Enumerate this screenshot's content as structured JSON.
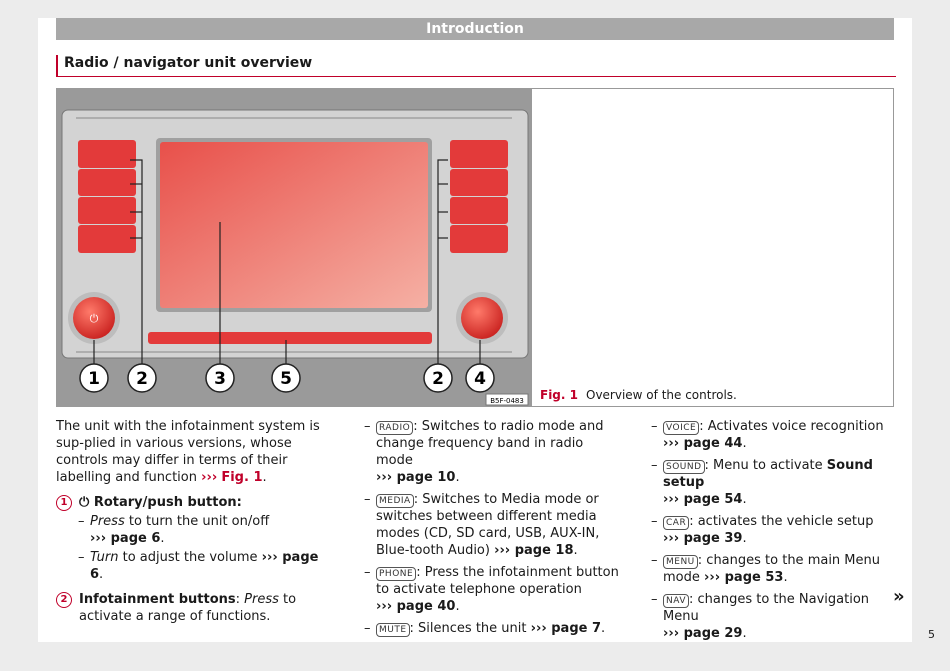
{
  "header": {
    "section": "Introduction",
    "title": "Radio / navigator unit overview"
  },
  "figure": {
    "code": "B5F-0483",
    "callouts": [
      "1",
      "2",
      "3",
      "5",
      "2",
      "4"
    ],
    "caption_label": "Fig. 1",
    "caption_text": "Overview of the controls."
  },
  "col1": {
    "intro": "The unit with the infotainment system is sup-plied in various versions, whose controls may differ in terms of their labelling and function",
    "intro_ref": "Fig. 1",
    "item1_num": "1",
    "item1_title": "Rotary/push button:",
    "item1_sub1_verb": "Press",
    "item1_sub1_text": "to turn the unit on/off",
    "item1_sub1_ref": "page 6",
    "item1_sub2_verb": "Turn",
    "item1_sub2_text": "to adjust the volume",
    "item1_sub2_ref": "page 6",
    "item2_num": "2",
    "item2_title": "Infotainment buttons",
    "item2_verb": "Press",
    "item2_text": "to activate a range of functions."
  },
  "col2": [
    {
      "key": "RADIO",
      "text": ": Switches to radio mode and change frequency band in radio mode",
      "ref": "page 10"
    },
    {
      "key": "MEDIA",
      "text": ": Switches to Media mode or switches between different media modes (CD, SD card, USB, AUX-IN, Blue-tooth Audio)",
      "ref": "page 18"
    },
    {
      "key": "PHONE",
      "text": ": Press the infotainment button to activate telephone operation",
      "ref": "page 40"
    },
    {
      "key": "MUTE",
      "text": ": Silences the unit",
      "ref": "page 7"
    }
  ],
  "col3": [
    {
      "key": "VOICE",
      "text": ": Activates voice recognition",
      "ref": "page 44"
    },
    {
      "key": "SOUND",
      "text": ": Menu to activate",
      "bold": "Sound setup",
      "ref": "page 54"
    },
    {
      "key": "CAR",
      "text": ": activates the vehicle setup",
      "ref": "page 39"
    },
    {
      "key": "MENU",
      "text": ": changes to the main Menu mode",
      "ref": "page 53"
    },
    {
      "key": "NAV",
      "text": ": changes to the Navigation Menu",
      "ref": "page 29"
    }
  ],
  "continue_mark": "»",
  "page_number": "5",
  "colors": {
    "accent": "#c0002a",
    "header_bar": "#a8a8a8",
    "button_red": "#e33a3a"
  }
}
